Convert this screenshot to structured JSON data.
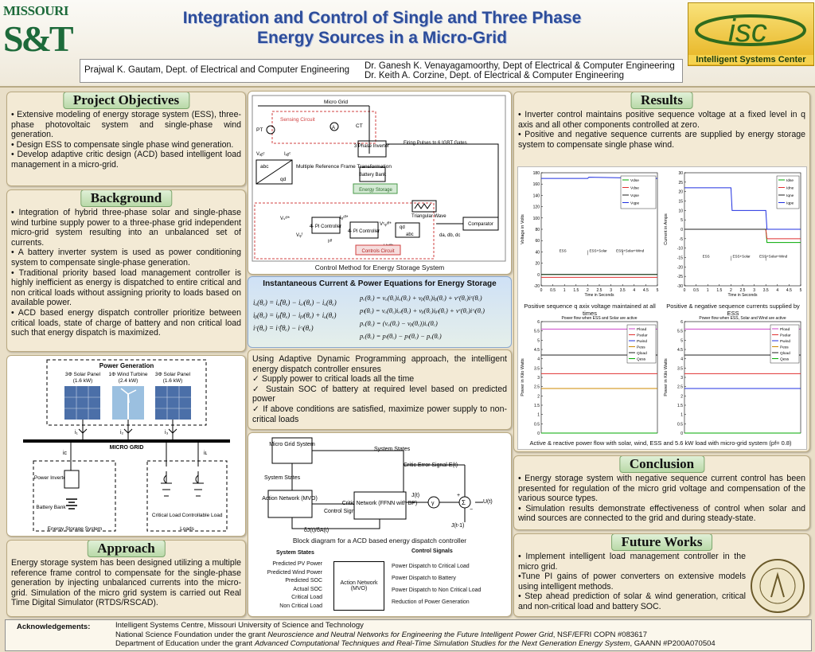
{
  "header": {
    "logo_left": [
      "MISSOURI",
      "S&T"
    ],
    "title_line1": "Integration and Control of Single and Three Phase",
    "title_line2": "Energy Sources in a Micro-Grid",
    "author_left": "Prajwal K. Gautam, Dept. of Electrical and Computer Engineering",
    "author_right1": "Dr. Ganesh K. Venayagamoorthy, Dept of Electrical & Computer Engineering",
    "author_right2": "Dr. Keith A. Corzine, Dept. of Electrical & Computer Engineering",
    "logo_right_text": "isc",
    "logo_right_caption": "Intelligent Systems Center"
  },
  "objectives": {
    "title": "Project Objectives",
    "items": [
      "• Extensive modeling of energy storage system (ESS), three-phase photovoltaic system and single-phase wind generation.",
      "• Design ESS to compensate single phase wind generation.",
      "• Develop adaptive critic design (ACD) based intelligent load management in a micro-grid."
    ]
  },
  "background": {
    "title": "Background",
    "items": [
      "• Integration of hybrid three-phase solar and single-phase wind turbine supply power to a three-phase grid independent micro-grid system resulting into an unbalanced set of currents.",
      "• A battery inverter system is used as power conditioning system to compensate single-phase generation.",
      "• Traditional priority based load management controller is highly inefficient as energy is dispatched to entire critical and non critical loads without assigning priority to loads based on available power.",
      "• ACD based energy dispatch controller prioritize between critical loads, state of charge of battery and non critical load such that energy dispatch is maximized."
    ]
  },
  "system_diagram": {
    "power_generation": "Power Generation",
    "solar1": "3Φ Solar Panel",
    "solar1_kw": "(1.6 kW)",
    "wind": "1Φ Wind Turbine",
    "wind_kw": "(2.4 kW)",
    "solar2": "3Φ Solar Panel",
    "solar2_kw": "(1.6 kW)",
    "microgrid": "MICRO GRID",
    "power_inverter": "Power Inverter",
    "battery_bank": "Battery Bank",
    "ess": "Energy Storage System",
    "critical_load": "Critical Load",
    "controllable_load": "Controllable Load",
    "loads": "Loads",
    "i1": "i₁",
    "i2": "i₂",
    "i3": "i₃",
    "ic": "iᴄ",
    "il": "iʟ"
  },
  "approach": {
    "title": "Approach",
    "text": "Energy storage system has been designed utilizing a multiple reference frame control to compensate for the single-phase generation by injecting unbalanced currents into the micro-grid. Simulation of the micro grid system is carried out Real Time Digital Simulator (RTDS/RSCAD)."
  },
  "control": {
    "micro_grid": "Micro Grid",
    "sensing": "Sensing Circuit",
    "pt": "PT",
    "ct": "CT",
    "a": "A",
    "inverter": "3 Phase Inverter",
    "pulses": "Firing Pulses to 6 IGBT Gates",
    "battery": "Battery Bank",
    "energy_storage": "Energy Storage",
    "vabc": "Vₐᵦᶜ",
    "iabc": "Iₐᵦᶜ",
    "abc": "abc",
    "qd": "qd",
    "mrf": "Multiple Reference Frame Transformation",
    "vsdf": "Vₛᵈⁱ*",
    "vqf": "Vᵩᶠ",
    "pi1": "4- PI Controller",
    "pi2": "4- PI Controller",
    "iqdf": "Iᵩᵈᶠ*",
    "idf": "Iᵈᶠ",
    "triangular": "Triangular Wave",
    "comparator": "Comparator",
    "da": "da, db, dc",
    "controls": "Controls Circuit",
    "vcqdf": "Vᶜᵩᵈᶠ*",
    "vcdf": "Vᶜᵈᶠ*",
    "caption": "Control Method for Energy Storage System"
  },
  "equations": {
    "title": "Instantaneous Current & Power Equations for Energy Storage",
    "left": [
      "iₐ(θₑ) = iₐ̂(θₑ) − iₐₗ(θₑ) − iₒ(θₑ)",
      "iᵦ(θₑ) = iᵦ̂(θₑ) − iᵦₗ(θₑ) + iₒ(θₑ)",
      "iᶜ(θₑ) = iᶜ̂(θₑ) − iᶜₗ(θₑ)"
    ],
    "right": [
      "pₑ(θₑ) = vₐ(θₑ)iₐ(θₑ) + vᵦ(θₑ)iᵦ(θₑ) + vᶜ(θₑ)iᶜ(θₑ)",
      "pₗ(θₑ) = vₐ(θₑ)iₐₗ(θₑ) + vᵦ(θₑ)iᵦₗ(θₑ) + vᶜ(θₑ)iᶜₗ(θₑ)",
      "pₒ(θₑ) = (vₐ(θₑ) − vᵦ(θₑ))iₒ(θₑ)",
      "pₑ(θₑ) = pₗ(θₑ) − pₗ(θₑ) − pₒ(θₑ)"
    ]
  },
  "adp": {
    "intro": "Using Adaptive Dynamic Programming approach, the intelligent energy dispatch controller ensures",
    "items": [
      "✓ Supply power to critical loads all the time",
      "✓ Sustain SOC of battery at required level based on predicted power",
      "✓ If above conditions are satisfied, maximize power supply to non-critical loads"
    ]
  },
  "acd": {
    "micro_grid": "Micro Grid System",
    "system_states": "System States",
    "system_states2": "System States",
    "action_network": "Action Network (MVO)",
    "control_signals": "Control Signals",
    "critic_network": "Critic Network (FFNN with BP)",
    "critic_error": "Critic Error Signal E(t)",
    "jt": "J(t)",
    "gamma": "γ",
    "sigma": "Σ",
    "ut": "U(t)",
    "jt1": "J(t-1)",
    "deriv": "δJ(t)/δA(t)",
    "plus": "+",
    "minus": "−",
    "caption": "Block diagram for a ACD based energy dispatch controller",
    "states_title": "System States",
    "signals_title": "Control Signals",
    "inputs": [
      "Predicted PV Power",
      "Predicted Wind Power",
      "Predicted SOC",
      "Actual SOC",
      "Critical Load",
      "Non Critical Load"
    ],
    "outputs": [
      "Power Dispatch to Critical Load",
      "Power Dispatch to Battery",
      "Power Dispatch to Non Critical Load",
      "Reduction of Power Generation"
    ],
    "action2": "Action Network (MVO)"
  },
  "results": {
    "title": "Results",
    "items": [
      "• Inverter control maintains positive sequence voltage at a fixed level in q axis and all other components controlled at zero.",
      "• Positive and negative sequence currents are supplied by energy storage system to compensate single phase wind."
    ],
    "caption1": "Positive sequence q axix voltage maintained at all times",
    "caption2": "Positive & negative sequence currents supplied by ESS",
    "caption3": "Active & reactive power flow with solar, wind, ESS and 5.6 kW load with micro-grid system (pf= 0.8)"
  },
  "chart_data": [
    {
      "type": "line",
      "title": "",
      "xlabel": "Time in Seconds",
      "ylabel": "Voltage in Volts",
      "xlim": [
        0,
        5
      ],
      "ylim": [
        -20,
        180
      ],
      "xticks": [
        "0",
        "0.5",
        "1",
        "1.5",
        "2",
        "2.5",
        "3",
        "3.5",
        "4",
        "4.5",
        "5"
      ],
      "yticks": [
        "-20",
        "0",
        "20",
        "40",
        "60",
        "80",
        "100",
        "120",
        "140",
        "160",
        "180"
      ],
      "annotations": [
        "ESS",
        "ESS+Solar",
        "ESS+Solar+Wind"
      ],
      "series": [
        {
          "name": "Vdse",
          "color": "#00aa00",
          "x": [
            0,
            5
          ],
          "y": [
            0,
            0
          ]
        },
        {
          "name": "Vdse",
          "color": "#e03030",
          "x": [
            0,
            5
          ],
          "y": [
            -5,
            -5
          ]
        },
        {
          "name": "Vqse",
          "color": "#222222",
          "x": [
            0,
            5
          ],
          "y": [
            0,
            0
          ]
        },
        {
          "name": "Vqpe",
          "color": "#2030e0",
          "x": [
            0,
            2,
            2.05,
            5
          ],
          "y": [
            170,
            170,
            172,
            170
          ]
        }
      ]
    },
    {
      "type": "line",
      "title": "",
      "xlabel": "Time in Seconds",
      "ylabel": "Current in Amps",
      "xlim": [
        0,
        5
      ],
      "ylim": [
        -30,
        30
      ],
      "xticks": [
        "0",
        "0.5",
        "1",
        "1.5",
        "2",
        "2.5",
        "3",
        "3.5",
        "4",
        "4.5",
        "5"
      ],
      "yticks": [
        "-30",
        "-25",
        "-20",
        "-15",
        "-10",
        "-5",
        "0",
        "5",
        "10",
        "15",
        "20",
        "25",
        "30"
      ],
      "annotations": [
        "ESS",
        "ESS+Solar",
        "ESS+Solar+Wind"
      ],
      "series": [
        {
          "name": "Idse",
          "color": "#00aa00",
          "x": [
            0,
            3.5,
            3.55,
            5
          ],
          "y": [
            0,
            0,
            -7,
            -7
          ]
        },
        {
          "name": "Idne",
          "color": "#e03030",
          "x": [
            0,
            3.5,
            3.55,
            5
          ],
          "y": [
            0,
            0,
            -5,
            -5
          ]
        },
        {
          "name": "Iqne",
          "color": "#222222",
          "x": [
            0,
            5
          ],
          "y": [
            0,
            0
          ]
        },
        {
          "name": "Iqpe",
          "color": "#2030e0",
          "x": [
            0,
            2,
            2.05,
            3.5,
            3.55,
            5
          ],
          "y": [
            22,
            22,
            10,
            10,
            0,
            0
          ]
        }
      ]
    },
    {
      "type": "line",
      "title": "Power flow when ESS and Solar are active",
      "xlabel": "",
      "ylabel": "Power in Kilo Watts",
      "ylim": [
        0,
        6
      ],
      "yticks": [
        "0",
        "0.5",
        "1",
        "1.5",
        "2",
        "2.5",
        "3",
        "3.5",
        "4",
        "4.5",
        "5",
        "5.5",
        "6"
      ],
      "series": [
        {
          "name": "Pload",
          "color": "#cc44cc",
          "y": [
            5.6,
            5.6
          ]
        },
        {
          "name": "Psolar",
          "color": "#e03030",
          "y": [
            3.2,
            3.2
          ]
        },
        {
          "name": "Pwind",
          "color": "#2030e0",
          "y": [
            0,
            0
          ]
        },
        {
          "name": "Pess",
          "color": "#cc8800",
          "y": [
            2.4,
            2.4
          ]
        },
        {
          "name": "Qload",
          "color": "#222222",
          "y": [
            4.2,
            4.2
          ]
        },
        {
          "name": "Qess",
          "color": "#00aa00",
          "y": [
            0,
            0
          ]
        }
      ]
    },
    {
      "type": "line",
      "title": "Power flow when ESS, Solar and Wind are active",
      "xlabel": "",
      "ylabel": "Power in Kilo Watts",
      "ylim": [
        0,
        6
      ],
      "yticks": [
        "0",
        "0.5",
        "1",
        "1.5",
        "2",
        "2.5",
        "3",
        "3.5",
        "4",
        "4.5",
        "5",
        "5.5",
        "6"
      ],
      "series": [
        {
          "name": "Pload",
          "color": "#cc44cc",
          "y": [
            5.6,
            5.6
          ]
        },
        {
          "name": "Psolar",
          "color": "#e03030",
          "y": [
            3.2,
            3.2
          ]
        },
        {
          "name": "Pwind",
          "color": "#2030e0",
          "y": [
            2.4,
            2.4
          ]
        },
        {
          "name": "Pess",
          "color": "#cc8800",
          "y": [
            0,
            0
          ]
        },
        {
          "name": "Qload",
          "color": "#222222",
          "y": [
            4.2,
            4.2
          ]
        },
        {
          "name": "Qess",
          "color": "#00aa00",
          "y": [
            0,
            0
          ]
        }
      ]
    }
  ],
  "conclusion": {
    "title": "Conclusion",
    "items": [
      "• Energy storage system with negative sequence current control has been presented for regulation of the micro grid voltage and compensation of the various source types.",
      "• Simulation results demonstrate effectiveness of control when solar and wind sources are connected to the grid and during steady-state."
    ]
  },
  "future": {
    "title": "Future Works",
    "items": [
      "• Implement intelligent load management controller in the micro grid.",
      "•Tune PI gains of power converters on extensive models using intelligent methods.",
      "• Step ahead prediction of solar & wind generation, critical and non-critical load and battery SOC."
    ]
  },
  "ack": {
    "label": "Acknowledgements:",
    "line1": "Intelligent Systems Centre, Missouri University of Science and Technology",
    "line2a": "National Science Foundation under the grant ",
    "line2b": "Neuroscience and Neutral Networks for Engineering the Future Intelligent Power Grid",
    "line2c": ", NSF/EFRI COPN #083617",
    "line3a": "Department of Education under the grant ",
    "line3b": "Advanced Computational Techniques and Real-Time Simulation Studies for the Next Generation Energy System",
    "line3c": ", GAANN #P200A070504"
  }
}
